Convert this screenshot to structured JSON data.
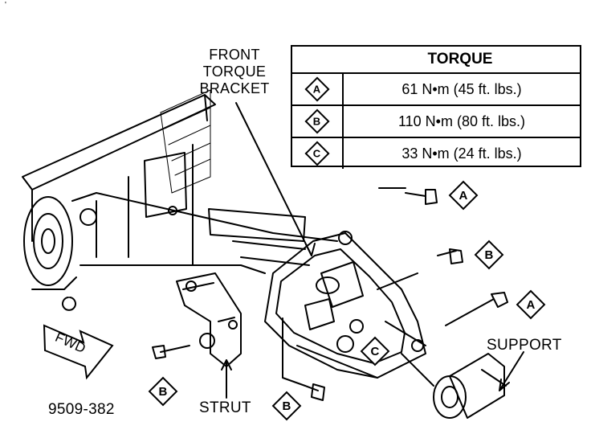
{
  "corner_mark": "'",
  "callouts": {
    "front_torque_bracket": [
      "FRONT",
      "TORQUE",
      "BRACKET"
    ],
    "strut": "STRUT",
    "support": "SUPPORT",
    "fwd": "FWD"
  },
  "figure_id": "9509-382",
  "torque_table": {
    "header": "TORQUE",
    "rows": [
      {
        "key": "A",
        "value": "61 N•m (45 ft. lbs.)"
      },
      {
        "key": "B",
        "value": "110 N•m (80 ft. lbs.)"
      },
      {
        "key": "C",
        "value": "33 N•m (24 ft. lbs.)"
      }
    ]
  },
  "fastener_keys": {
    "top_right_bolt": "A",
    "upper_bolt": "B",
    "long_bolt": "A",
    "bracket_center": "C",
    "strut_bolt": "B",
    "lower_bolt": "B"
  }
}
